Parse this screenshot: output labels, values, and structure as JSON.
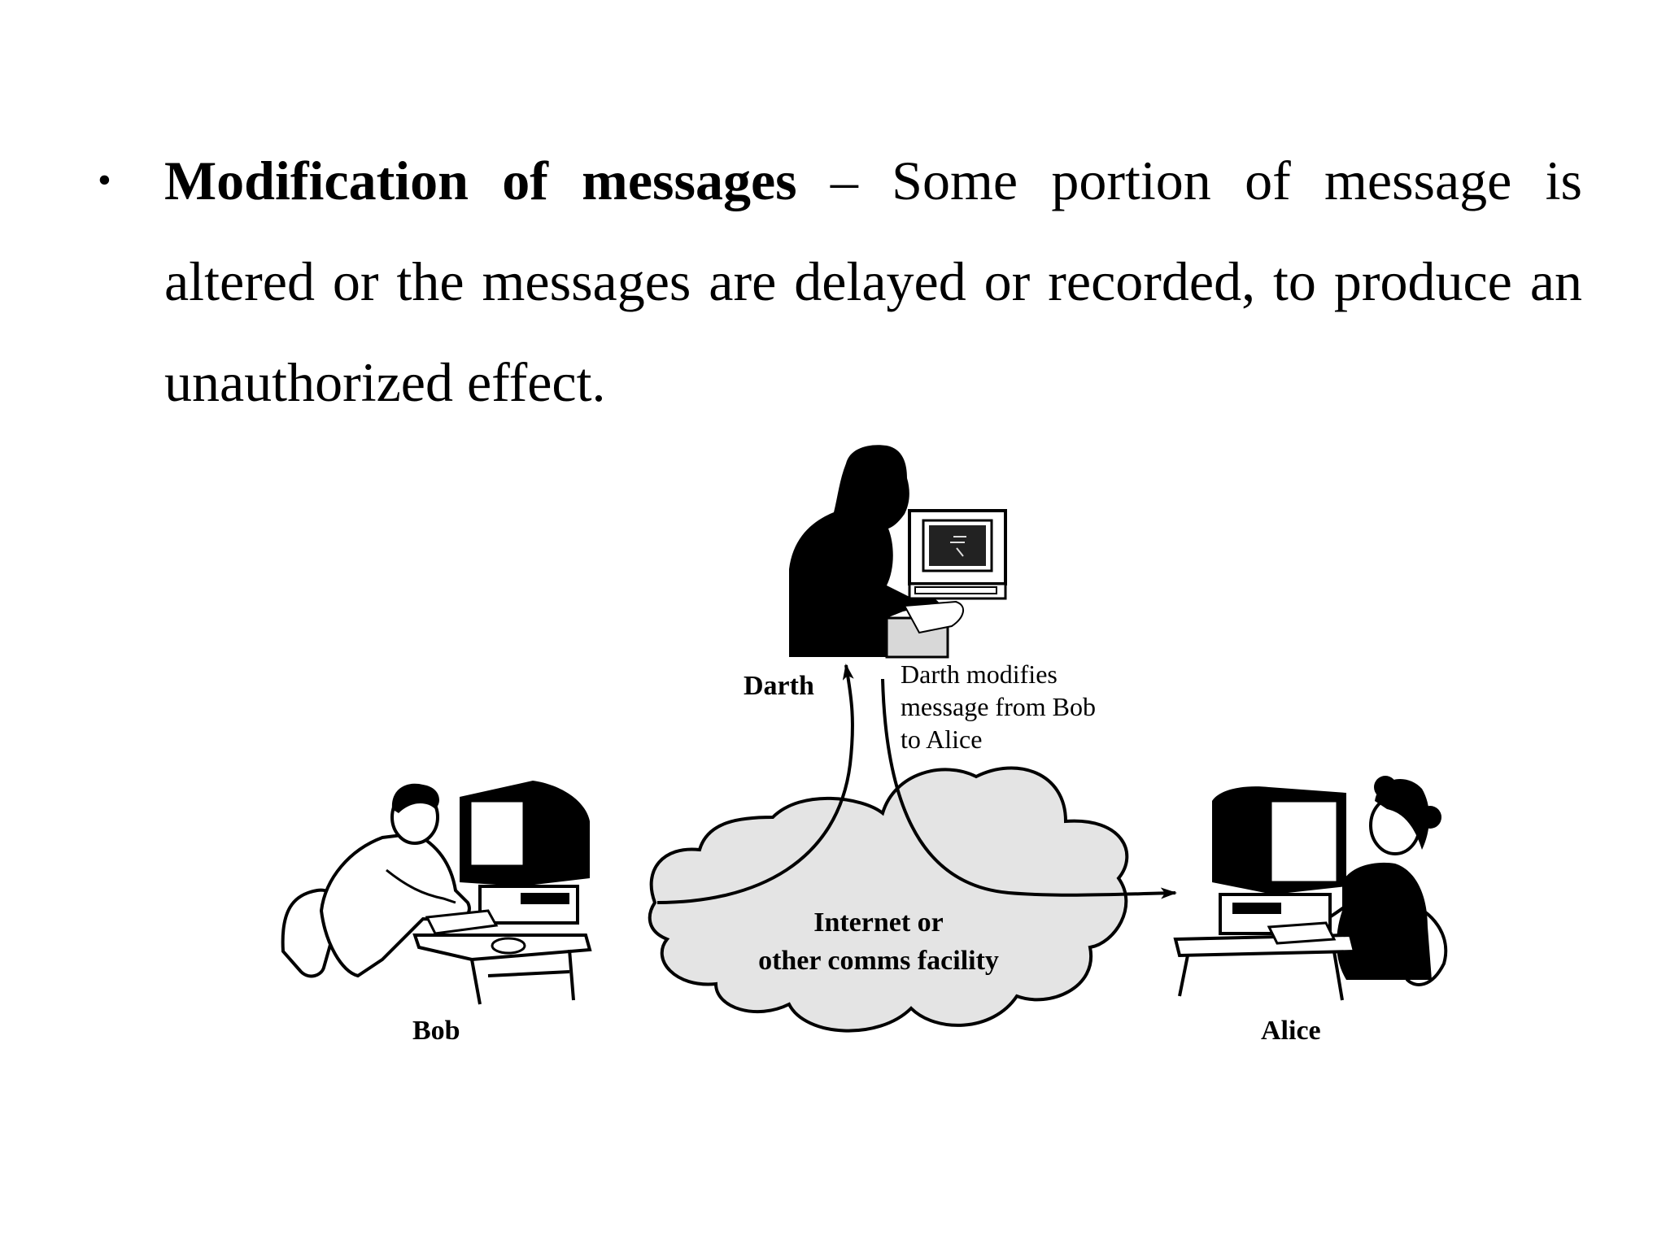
{
  "slide": {
    "bullet_symbol": "•",
    "term": "Modification of messages",
    "dash": " – ",
    "description": "Some portion of message is altered or the messages are delayed or recorded, to produce an unauthorized effect."
  },
  "diagram": {
    "attacker_label": "Darth",
    "annotation_lines": [
      "Darth modifies",
      "message from Bob",
      "to Alice"
    ],
    "sender_label": "Bob",
    "receiver_label": "Alice",
    "network_label_lines": [
      "Internet or",
      "other comms facility"
    ],
    "colors": {
      "cloud_fill": "#e4e4e4",
      "ink": "#000000"
    }
  }
}
